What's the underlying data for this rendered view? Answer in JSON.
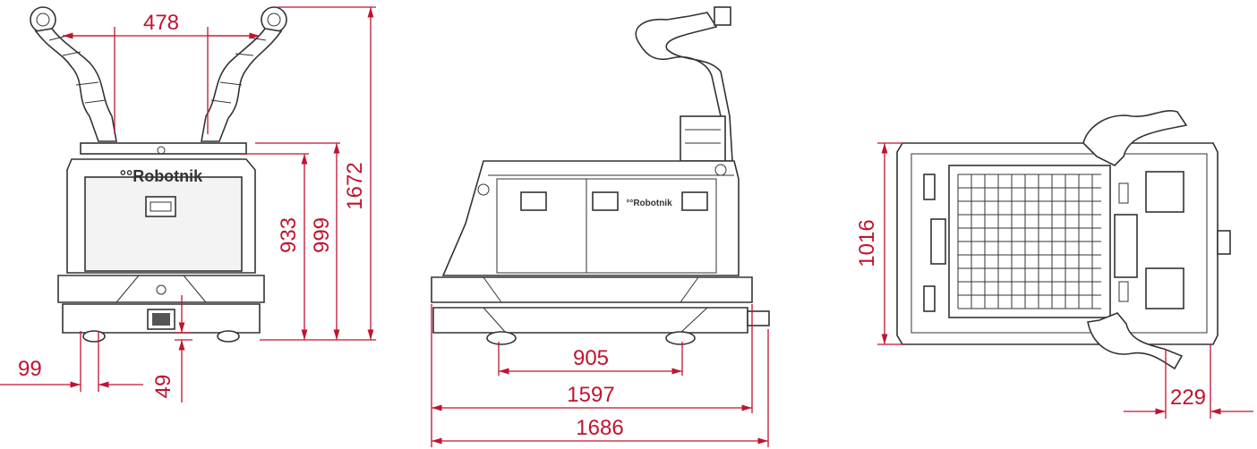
{
  "brand": "°°Robotnik",
  "colors": {
    "dimension": "#c0142f",
    "outline": "#333333"
  },
  "dimensions": {
    "front_arm_spacing": "478",
    "front_height_body": "933",
    "front_height_top": "999",
    "front_height_total": "1672",
    "front_wheel_offset": "99",
    "front_ground_clearance": "49",
    "side_wheelbase": "905",
    "side_length_body": "1597",
    "side_length_total": "1686",
    "top_width": "1016",
    "top_arm_offset": "229"
  }
}
